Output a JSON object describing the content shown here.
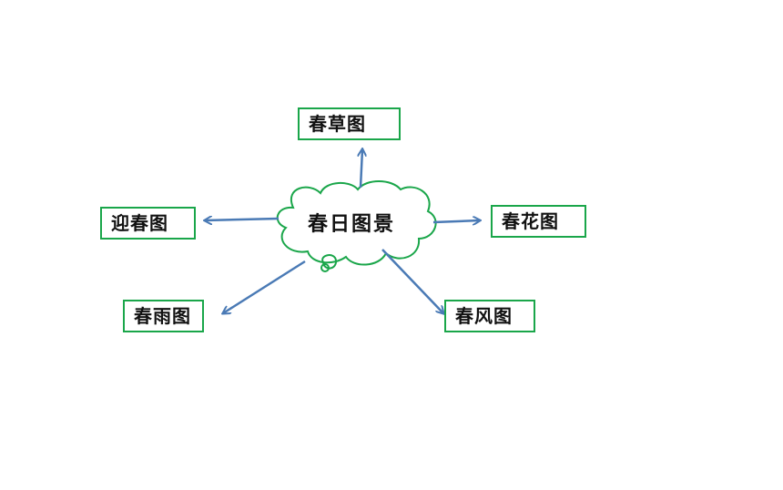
{
  "center": {
    "label": "春日图景"
  },
  "nodes": {
    "top": "春草图",
    "left": "迎春图",
    "right": "春花图",
    "bottom_left": "春雨图",
    "bottom_right": "春风图"
  },
  "colors": {
    "box_border": "#1aa64a",
    "cloud_stroke": "#1aa64a",
    "arrow": "#4a7ab5",
    "text": "#111111"
  }
}
